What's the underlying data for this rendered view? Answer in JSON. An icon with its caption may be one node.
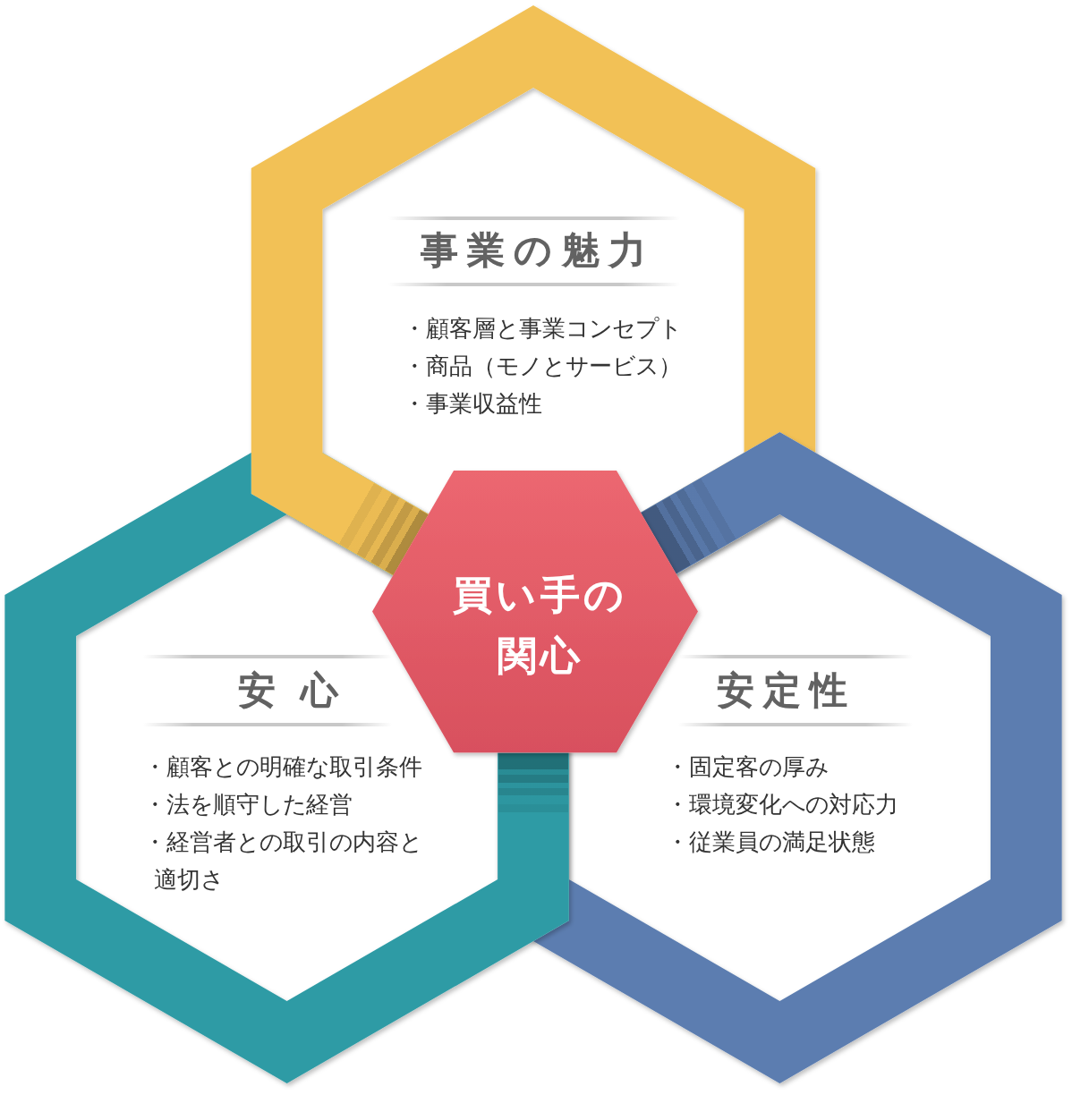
{
  "diagram": {
    "nodes": [
      {
        "text": [
          "事業の魅力",
          "・顧客層と事業コンセプト",
          "・商品（モノとサービス）",
          "・事業収益性"
        ]
      },
      {
        "text": [
          "買い手の関心"
        ]
      },
      {
        "text": [
          "安心",
          "・顧客との明確な取引条件",
          "・法を順守した経営",
          "・経営者との取引の内容と適切さ"
        ]
      },
      {
        "text": [
          "安定性",
          "・固定客の厚み",
          "・環境変化への対応力",
          "・従業員の満足状態"
        ]
      }
    ]
  }
}
